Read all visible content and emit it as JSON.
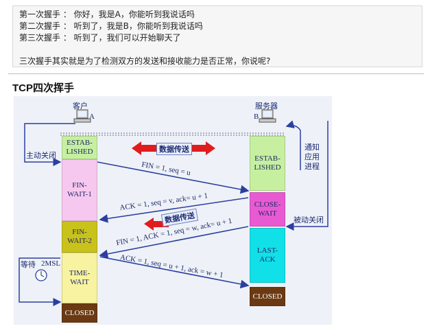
{
  "intro": {
    "lines": [
      "第一次握手 ： 你好，我是A，你能听到我说话吗",
      "第二次握手 ： 听到了，我是B，你能听到我说话吗",
      "第三次握手 ： 听到了，我们可以开始聊天了"
    ],
    "summary": "三次握手其实就是为了检测双方的发送和接收能力是否正常，你说呢?"
  },
  "section_title": "TCP四次挥手",
  "diagram": {
    "client_label": "客户",
    "client_id": "A",
    "server_label": "服务器",
    "server_id": "B",
    "active_close": "主动关闭",
    "passive_close": "被动关闭",
    "notify_app": "通知\n应用\n进程",
    "data_transfer_1": "数据传送",
    "data_transfer_2": "数据传送",
    "wait_2msl_cn": "等待",
    "wait_2msl_en": "2MSL",
    "client_states": [
      "ESTAB-\nLISHED",
      "FIN-\nWAIT-1",
      "FIN-\nWAIT-2",
      "TIME-\nWAIT",
      "CLOSED"
    ],
    "server_states": [
      "ESTAB-\nLISHED",
      "CLOSE-\nWAIT",
      "LAST-\nACK",
      "CLOSED"
    ],
    "messages": [
      "FIN = 1, seq = u",
      "ACK = 1, seq = v, ack= u + 1",
      "FIN = 1, ACK = 1, seq = w, ack= u + 1",
      "ACK = 1, seq = u + 1, ack = w + 1"
    ],
    "colors": {
      "established": "#c6f0a0",
      "fin_wait_1": "#f7c8ef",
      "fin_wait_2": "#c9c21a",
      "time_wait": "#f7f3a0",
      "closed": "#6b3a12",
      "close_wait": "#e85ad2",
      "last_ack": "#12e0e8",
      "arrow": "#2a3fa0",
      "transfer_arrow": "#e01c1c"
    }
  }
}
